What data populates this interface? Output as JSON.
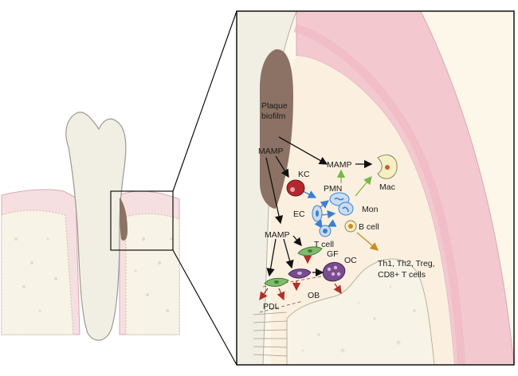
{
  "labels": {
    "plaque_line1": "Plaque",
    "plaque_line2": "biofilm",
    "mamp_top": "MAMP",
    "mamp_center": "MAMP",
    "mamp_lower": "MAMP",
    "kc": "KC",
    "pmn": "PMN",
    "mac": "Mac",
    "ec": "EC",
    "mon": "Mon",
    "t_cell": "T cell",
    "b_cell": "B cell",
    "gf": "GF",
    "oc": "OC",
    "ob": "OB",
    "pdl": "PDL",
    "th_line1": "Th1, Th2, Treg,",
    "th_line2": "CD8+ T cells"
  },
  "colors": {
    "gingiva": "#f6dfe0",
    "gingiva_edge": "#d9a9b3",
    "bone": "#f7f3e6",
    "bone_edge": "#b9b29a",
    "enamel": "#f1efe4",
    "plaque": "#8b7264",
    "arrow_black": "#111111",
    "arrow_blue": "#3a7fd0",
    "arrow_green": "#79b548",
    "arrow_red": "#b0302a",
    "arrow_gold": "#c98d1f",
    "kc_cell": "#b3282e",
    "immune_cell": "#c9dcf2",
    "mac_cell": "#f5efc4",
    "gf_cell": "#7fba6d",
    "oc_cell": "#7a4c8f"
  },
  "icons": {
    "tooth": "tooth-icon",
    "magnify_box": "zoom-box-icon"
  }
}
